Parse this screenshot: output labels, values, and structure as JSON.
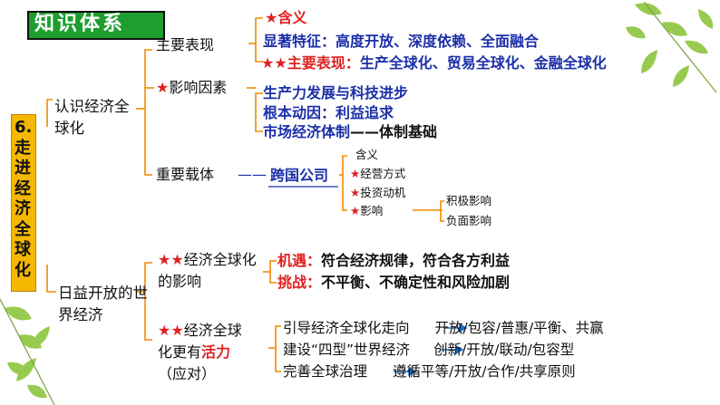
{
  "header": {
    "title": "知识体系"
  },
  "root": {
    "label": "6.走进经济全球化"
  },
  "branch1": {
    "label": "认识经济全球化",
    "main": {
      "label": "主要表现",
      "item1": {
        "star": "★",
        "text": "含义"
      },
      "item2": {
        "text": "显著特征：高度开放、深度依赖、全面融合"
      },
      "item3": {
        "star": "★★",
        "label": "主要表现：",
        "text": "生产全球化、贸易全球化、金融全球化"
      }
    },
    "factors": {
      "star": "★",
      "label": "影响因素",
      "item1": {
        "text": "生产力发展与科技进步"
      },
      "item2": {
        "text": "根本动因：利益追求"
      },
      "item3": {
        "label": "市场经济体制",
        "text": "——体制基础"
      }
    },
    "carrier": {
      "label": "重要载体",
      "dash": "——",
      "company": "跨国公司",
      "items": [
        {
          "star": "",
          "text": "含义"
        },
        {
          "star": "★",
          "text": "经营方式"
        },
        {
          "star": "★",
          "text": "投资动机"
        },
        {
          "star": "★",
          "text": "影响"
        }
      ],
      "effects": [
        "积极影响",
        "负面影响"
      ]
    }
  },
  "branch2": {
    "label": "日益开放的世界经济",
    "impact": {
      "star": "★★",
      "label": "经济全球化的影响",
      "opportunity": {
        "label": "机遇：",
        "text": "符合经济规律，符合各方利益"
      },
      "challenge": {
        "label": "挑战：",
        "text": "不平衡、不确定性和风险加剧"
      }
    },
    "vitality": {
      "star": "★★",
      "label1": "经济全球",
      "label2": "化更有",
      "label2_red": "活力",
      "label3": "（应对）",
      "rows": [
        {
          "left": "引导经济全球化走向",
          "right": "开放/包容/普惠/平衡、共赢"
        },
        {
          "left": "建设“四型”世界经济",
          "right": "创新/开放/联动/包容型"
        },
        {
          "left": "完善全球治理",
          "right": "遵循平等/开放/合作/共享原则"
        }
      ]
    }
  },
  "colors": {
    "header_bg": "#1e9e2e",
    "root_bg": "#f5b800",
    "blue": "#1b2fa8",
    "red": "#e02020",
    "line_orange": "#f08a00",
    "line_green": "#6aaa38"
  }
}
